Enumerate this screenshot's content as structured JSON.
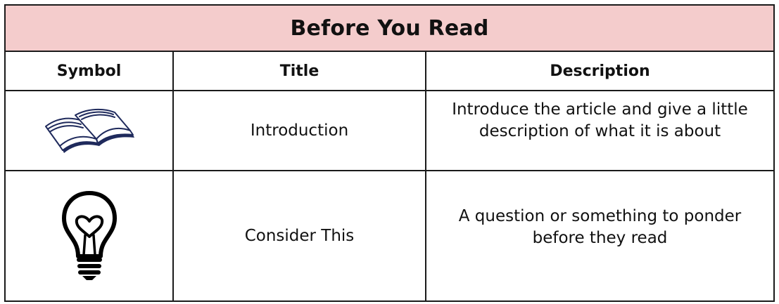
{
  "table": {
    "title": "Before You Read",
    "headers": {
      "symbol": "Symbol",
      "title": "Title",
      "description": "Description"
    },
    "rows": [
      {
        "icon": "open-book-icon",
        "title": "Introduction",
        "description": "Introduce the article and give a little description of what it is about"
      },
      {
        "icon": "lightbulb-heart-icon",
        "title": "Consider This",
        "description": "A question or something to ponder before they read"
      }
    ]
  },
  "colors": {
    "title_background": "#f4cccc",
    "book_stroke": "#1f2a5c",
    "border": "#1a1a1a"
  }
}
